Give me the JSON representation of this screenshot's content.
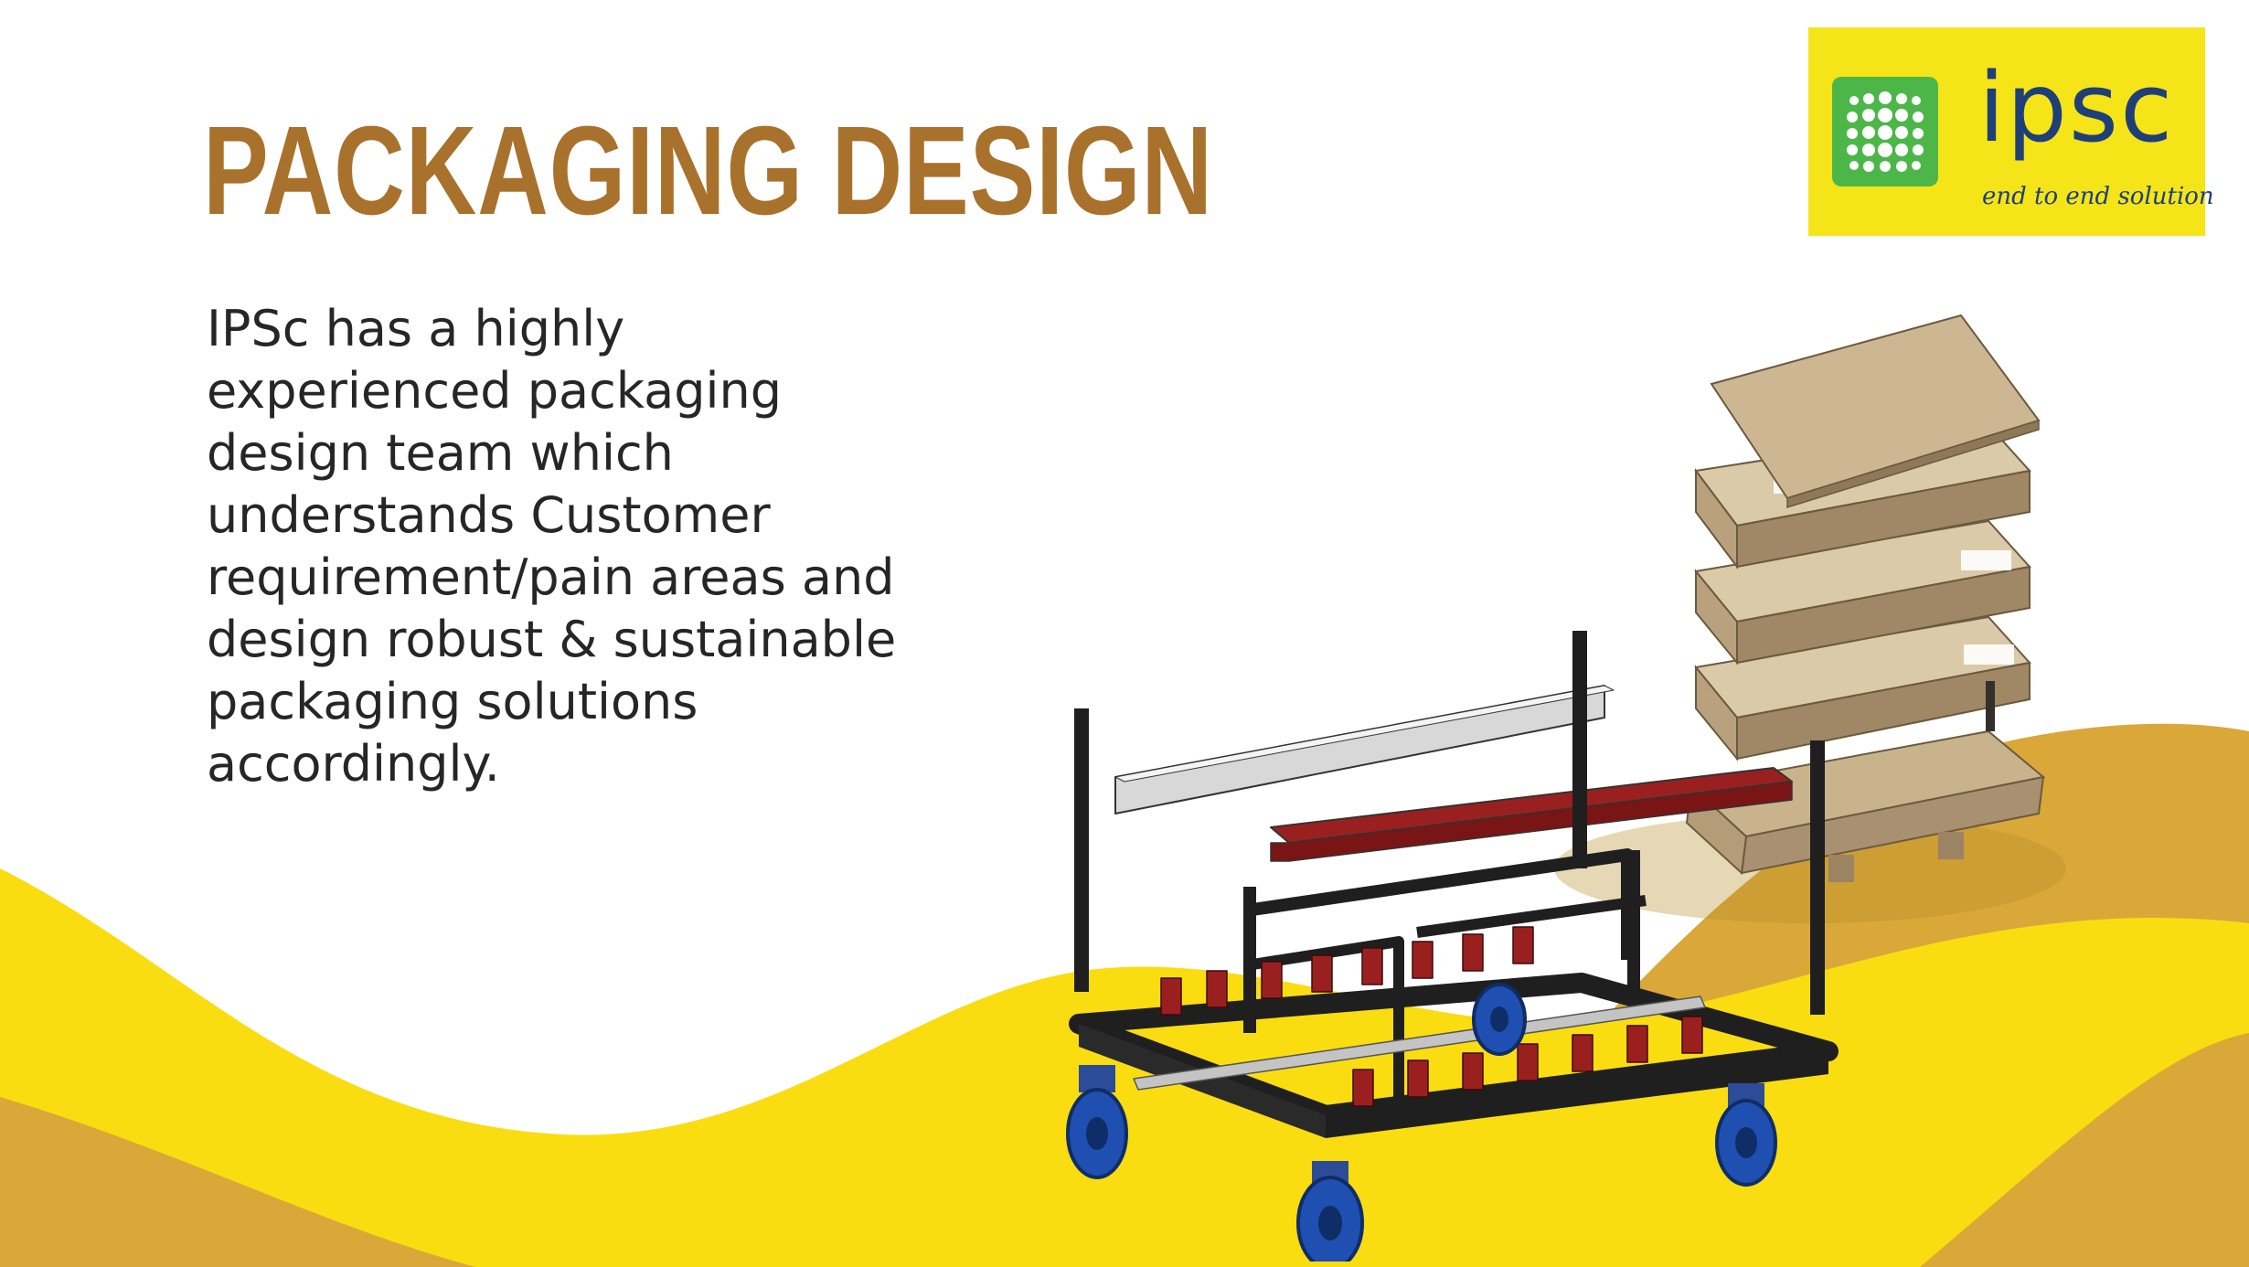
{
  "slide": {
    "title": "PACKAGING DESIGN",
    "body": "IPSc has a highly experienced packaging design team which understands Customer requirement/pain areas and design robust & sustainable packaging solutions accordingly."
  },
  "logo": {
    "wordmark": "ipsc",
    "tagline": "end to end solution",
    "icon": "dot-grid-icon"
  },
  "colors": {
    "title": "#a8712c",
    "wave_yellow": "#fadd10",
    "wave_gold": "#d9a838",
    "logo_bg": "#f5e418",
    "logo_text": "#1e3f78",
    "logo_mark": "#4cb748"
  }
}
